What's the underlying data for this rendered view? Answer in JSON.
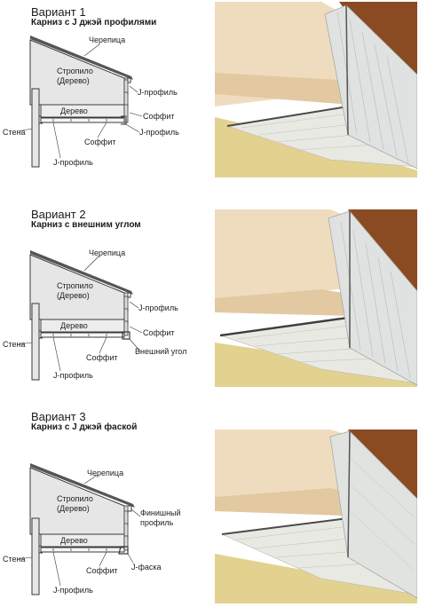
{
  "variants": [
    {
      "title": "Вариант 1",
      "subtitle": "Карниз с J джэй профилями",
      "labels": {
        "roof": "Черепица",
        "rafter_line1": "Стропило",
        "rafter_line2": "(Дерево)",
        "wood": "Дерево",
        "wall": "Стена",
        "jprofile_right": "J-профиль",
        "soffit_right": "Соффит",
        "jprofile_lower": "J-профиль",
        "soffit_bottom": "Соффит",
        "jprofile_bottom": "J-профиль"
      }
    },
    {
      "title": "Вариант 2",
      "subtitle": "Карниз с внешним углом",
      "labels": {
        "roof": "Черепица",
        "rafter_line1": "Стропило",
        "rafter_line2": "(Дерево)",
        "wood": "Дерево",
        "wall": "Стена",
        "jprofile_right": "J-профиль",
        "soffit_right": "Соффит",
        "outer_corner": "Внешний угол",
        "soffit_bottom": "Соффит",
        "jprofile_bottom": "J-профиль"
      }
    },
    {
      "title": "Вариант 3",
      "subtitle": "Карниз с J джэй фаской",
      "labels": {
        "roof": "Черепица",
        "rafter_line1": "Стропило",
        "rafter_line2": "(Дерево)",
        "wood": "Дерево",
        "wall": "Стена",
        "finish_line1": "Финишный",
        "finish_line2": "профиль",
        "jchamfer": "J-фаска",
        "soffit_bottom": "Соффит",
        "jprofile_bottom": "J-профиль"
      }
    }
  ],
  "colors": {
    "panel": "#e9e9e9",
    "outline": "#3a3a3a",
    "wood_light": "#f0d9b8",
    "wood_dark": "#c9a273",
    "siding": "#dfe1df",
    "wall_yellow": "#e5d593",
    "tile": "#8b4a22"
  }
}
